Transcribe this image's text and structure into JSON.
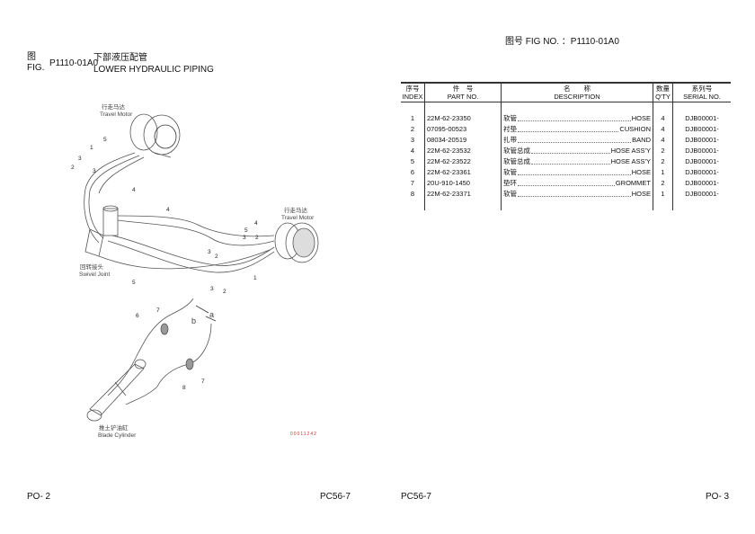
{
  "header": {
    "fig_no_label": "图号 FIG NO. ：P1110-01A0"
  },
  "figure": {
    "label_cn": "图",
    "label_en": "FIG.",
    "code": "P1110-01A0",
    "title_cn": "下部液压配管",
    "title_en": "LOWER HYDRAULIC PIPING"
  },
  "diagram": {
    "travel_motor_left_cn": "行走马达",
    "travel_motor_left_en": "Travel Motor",
    "travel_motor_right_cn": "行走马达",
    "travel_motor_right_en": "Travel Motor",
    "swivel_joint_cn": "回转接头",
    "swivel_joint_en": "Swivel Joint",
    "blade_cylinder_cn": "推土铲油缸",
    "blade_cylinder_en": "Blade Cylinder",
    "arrow_a": "a",
    "arrow_b": "b",
    "drawing_no": "00011242",
    "callouts": [
      "5",
      "1",
      "3",
      "2",
      "4",
      "3",
      "4",
      "3",
      "2",
      "1",
      "5",
      "3",
      "2",
      "6",
      "7",
      "7",
      "8",
      "4",
      "5",
      "2",
      "3"
    ]
  },
  "table": {
    "headers": {
      "index_cn": "序号",
      "index_en": "INDEX",
      "part_cn": "件　号",
      "part_en": "PART NO.",
      "desc_cn": "名　　称",
      "desc_en": "DESCRIPTION",
      "qty_cn": "数量",
      "qty_en": "Q'TY",
      "serial_cn": "系列号",
      "serial_en": "SERIAL NO."
    },
    "rows": [
      {
        "index": "1",
        "part": "22M-62-23350",
        "cn": "软管",
        "en": "HOSE",
        "qty": "4",
        "serial": "DJB00001-"
      },
      {
        "index": "2",
        "part": "07095-00523",
        "cn": "衬垫",
        "en": "CUSHION",
        "qty": "4",
        "serial": "DJB00001-"
      },
      {
        "index": "3",
        "part": "08034-20519",
        "cn": "扎带",
        "en": "BAND",
        "qty": "4",
        "serial": "DJB00001-"
      },
      {
        "index": "4",
        "part": "22M-62-23532",
        "cn": "软管总成",
        "en": "HOSE ASS'Y",
        "qty": "2",
        "serial": "DJB00001-"
      },
      {
        "index": "5",
        "part": "22M-62-23522",
        "cn": "软管总成",
        "en": "HOSE ASS'Y",
        "qty": "2",
        "serial": "DJB00001-"
      },
      {
        "index": "6",
        "part": "22M-62-23361",
        "cn": "软管",
        "en": "HOSE",
        "qty": "1",
        "serial": "DJB00001-"
      },
      {
        "index": "7",
        "part": "20U-910-1450",
        "cn": "垫环",
        "en": "GROMMET",
        "qty": "2",
        "serial": "DJB00001-"
      },
      {
        "index": "8",
        "part": "22M-62-23371",
        "cn": "软管",
        "en": "HOSE",
        "qty": "1",
        "serial": "DJB00001-"
      }
    ]
  },
  "footer": {
    "left_page": "PO- 2",
    "left_model": "PC56-7",
    "right_model": "PC56-7",
    "right_page": "PO- 3"
  }
}
